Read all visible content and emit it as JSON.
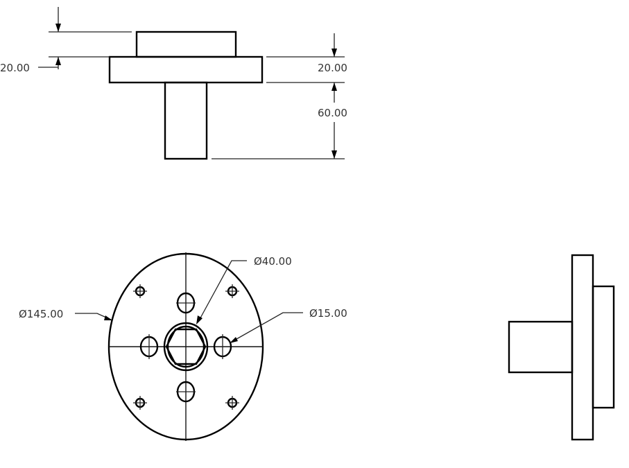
{
  "drawing": {
    "views": {
      "top": {
        "name": "top-view"
      },
      "front": {
        "name": "front-view"
      },
      "right": {
        "name": "right-side-view"
      }
    },
    "dimensions": {
      "left_height": "20.00",
      "flange_thickness": "20.00",
      "shaft_length": "60.00",
      "outer_diameter": "Ø145.00",
      "hub_diameter": "Ø40.00",
      "hole_diameter": "Ø15.00"
    },
    "colors": {
      "line": "#000000",
      "text": "#333333",
      "background": "#ffffff"
    }
  }
}
